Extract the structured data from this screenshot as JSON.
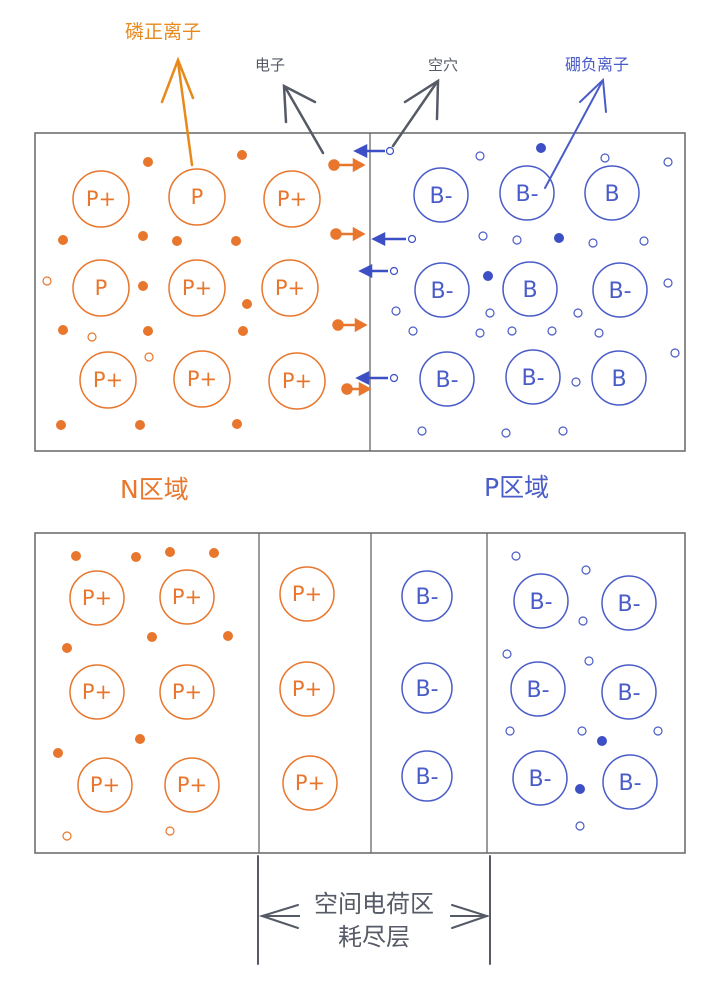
{
  "labels": {
    "phosphorus_ion": "磷正离子",
    "electron": "电子",
    "hole": "空穴",
    "boron_ion": "硼负离子",
    "n_region": "N区域",
    "p_region": "P区域",
    "space_charge": "空间电荷区",
    "depletion": "耗尽层"
  },
  "ions": {
    "phosphorus_plus": "P+",
    "phosphorus": "P",
    "boron_minus": "B-",
    "boron": "B"
  },
  "colors": {
    "orange": "#e8762c",
    "blue": "#4a5cc8",
    "gray": "#555a66",
    "arrow_label": "#e8891c",
    "frame": "#666666"
  }
}
